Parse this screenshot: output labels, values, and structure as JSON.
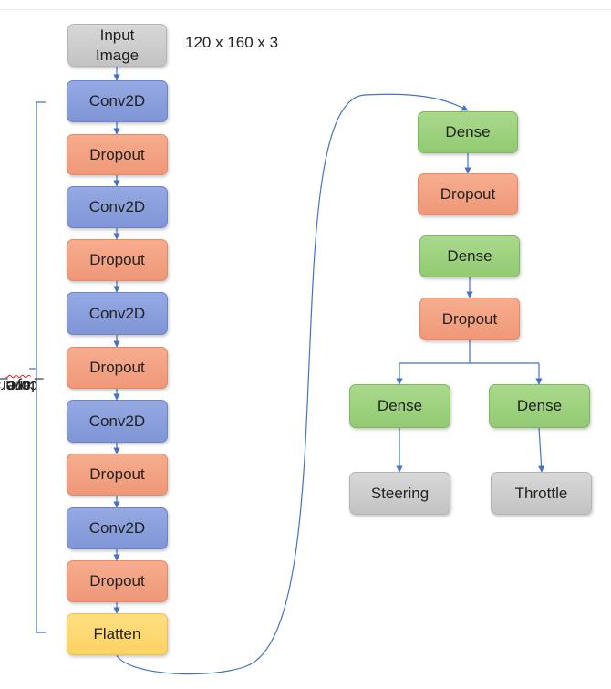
{
  "diagram": {
    "input_shape": "120 x 160 x 3",
    "side_label_prefix": "core_",
    "side_label_misspelled": "cnn",
    "side_label_suffix": "_layers",
    "colors": {
      "input": "#c9c9c9",
      "conv": "#8a9fdc",
      "dropout": "#f2a384",
      "dense": "#9dd17f",
      "flatten": "#fdd86f",
      "output": "#c9c9c9",
      "wire": "#4472c4"
    },
    "cnn_stack": [
      {
        "label": "Input\nImage"
      },
      {
        "label": "Conv2D"
      },
      {
        "label": "Dropout"
      },
      {
        "label": "Conv2D"
      },
      {
        "label": "Dropout"
      },
      {
        "label": "Conv2D"
      },
      {
        "label": "Dropout"
      },
      {
        "label": "Conv2D"
      },
      {
        "label": "Dropout"
      },
      {
        "label": "Conv2D"
      },
      {
        "label": "Dropout"
      },
      {
        "label": "Flatten"
      }
    ],
    "head": {
      "dense1": "Dense",
      "dropout1": "Dropout",
      "dense2": "Dense",
      "dropout2": "Dropout",
      "dense_left": "Dense",
      "dense_right": "Dense",
      "output_left": "Steering",
      "output_right": "Throttle"
    }
  }
}
